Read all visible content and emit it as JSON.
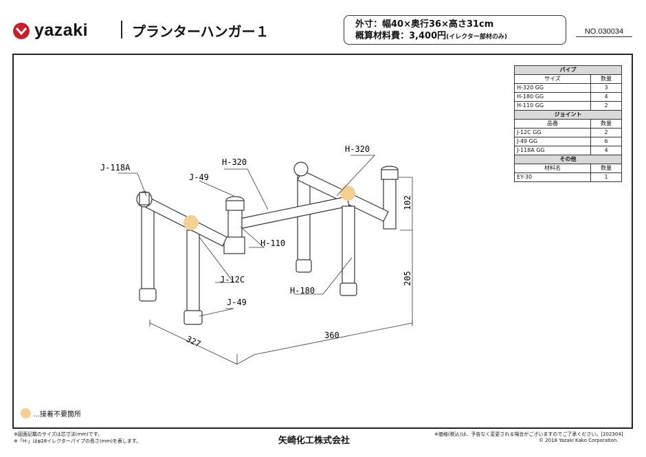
{
  "header": {
    "brand": "yazaki",
    "title": "プランターハンガー１",
    "spec_line1": "外寸：幅40×奥行36×高さ31cm",
    "spec_line2_main": "概算材料費：3,400円",
    "spec_line2_note": "(イレクター部材のみ)",
    "doc_number": "NO.030034"
  },
  "colors": {
    "brand_red": "#c8202a",
    "joint_highlight": "#f6cf92"
  },
  "parts_table": {
    "sections": [
      {
        "name": "パイプ",
        "col1": "サイズ",
        "col2": "数量",
        "rows": [
          [
            "H-320 GG",
            "3"
          ],
          [
            "H-180 GG",
            "4"
          ],
          [
            "H-110 GG",
            "2"
          ]
        ]
      },
      {
        "name": "ジョイント",
        "col1": "品番",
        "col2": "数量",
        "rows": [
          [
            "J-12C GG",
            "2"
          ],
          [
            "J-49 GG",
            "6"
          ],
          [
            "J-118A GG",
            "4"
          ]
        ]
      },
      {
        "name": "その他",
        "col1": "材料名",
        "col2": "数量",
        "rows": [
          [
            "EY-30",
            "1"
          ]
        ]
      }
    ]
  },
  "drawing": {
    "labels": {
      "j118a": "J-118A",
      "j49_top": "J-49",
      "h320_left": "H-320",
      "h320_right": "H-320",
      "h110": "H-110",
      "j12c": "J-12C",
      "j49_bottom": "J-49",
      "h180": "H-180"
    },
    "dimensions": {
      "depth": "327",
      "width": "360",
      "top_height": "102",
      "leg_height": "205"
    }
  },
  "legend": {
    "text": "…接着不要箇所"
  },
  "footer": {
    "note1": "※図面記載のサイズは芯寸法(mm)です。",
    "note2": "※「H-」はφ28イレクターパイプの長さ(mm)を表します。",
    "company": "矢崎化工株式会社",
    "note3": "※価格(税込)は、予告なく変更される場合がございますのでご了承ください。[202304]",
    "copyright": "© 2018 Yazaki Kako Corporation."
  }
}
